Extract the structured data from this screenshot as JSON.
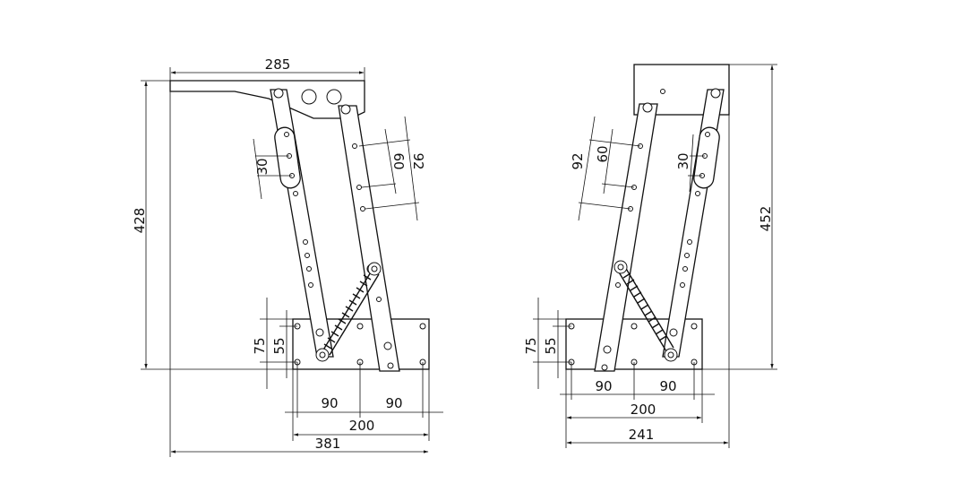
{
  "dimensions": {
    "left": {
      "top_width": "285",
      "height": "428",
      "pitch_outer": "92",
      "pitch_inner": "60",
      "hole_spacing": "30",
      "base_outer": "75",
      "base_inner": "55",
      "base_left": "90",
      "base_right": "90",
      "base_width": "200",
      "total_width": "381"
    },
    "right": {
      "height": "452",
      "pitch_outer": "92",
      "pitch_inner": "60",
      "hole_spacing": "30",
      "base_outer": "75",
      "base_inner": "55",
      "base_left": "90",
      "base_right": "90",
      "base_width": "200",
      "total_width": "241"
    }
  }
}
